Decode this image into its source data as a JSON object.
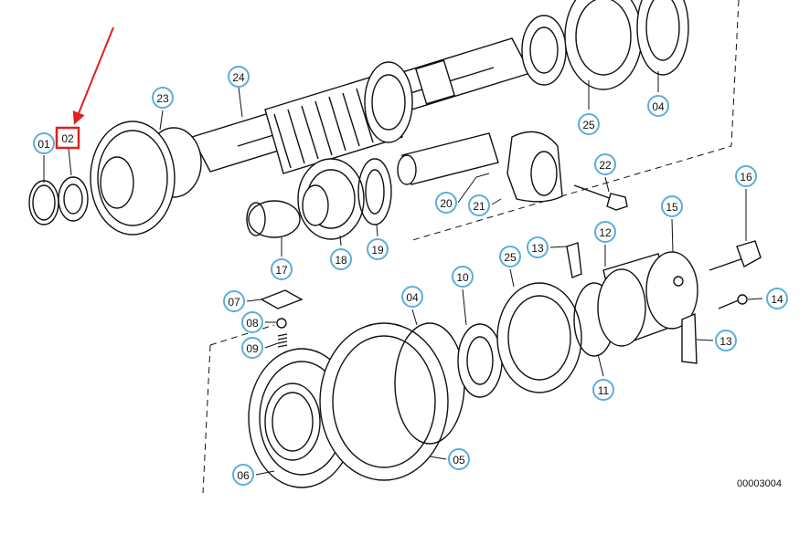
{
  "diagram": {
    "drawing_number": "00003004",
    "highlighted_part": "02",
    "highlight_color": "#e0201f",
    "callout_border_color": "#5aaedc",
    "callouts": [
      {
        "id": "c01",
        "label": "01"
      },
      {
        "id": "c02",
        "label": "02"
      },
      {
        "id": "c23",
        "label": "23"
      },
      {
        "id": "c24",
        "label": "24"
      },
      {
        "id": "c25a",
        "label": "25"
      },
      {
        "id": "c04a",
        "label": "04"
      },
      {
        "id": "c22",
        "label": "22"
      },
      {
        "id": "c20",
        "label": "20"
      },
      {
        "id": "c21",
        "label": "21"
      },
      {
        "id": "c19",
        "label": "19"
      },
      {
        "id": "c18",
        "label": "18"
      },
      {
        "id": "c17",
        "label": "17"
      },
      {
        "id": "c16",
        "label": "16"
      },
      {
        "id": "c15",
        "label": "15"
      },
      {
        "id": "c12",
        "label": "12"
      },
      {
        "id": "c13a",
        "label": "13"
      },
      {
        "id": "c25b",
        "label": "25"
      },
      {
        "id": "c10",
        "label": "10"
      },
      {
        "id": "c04b",
        "label": "04"
      },
      {
        "id": "c07",
        "label": "07"
      },
      {
        "id": "c08",
        "label": "08"
      },
      {
        "id": "c09",
        "label": "09"
      },
      {
        "id": "c14",
        "label": "14"
      },
      {
        "id": "c13b",
        "label": "13"
      },
      {
        "id": "c11",
        "label": "11"
      },
      {
        "id": "c05",
        "label": "05"
      },
      {
        "id": "c06",
        "label": "06"
      }
    ]
  }
}
